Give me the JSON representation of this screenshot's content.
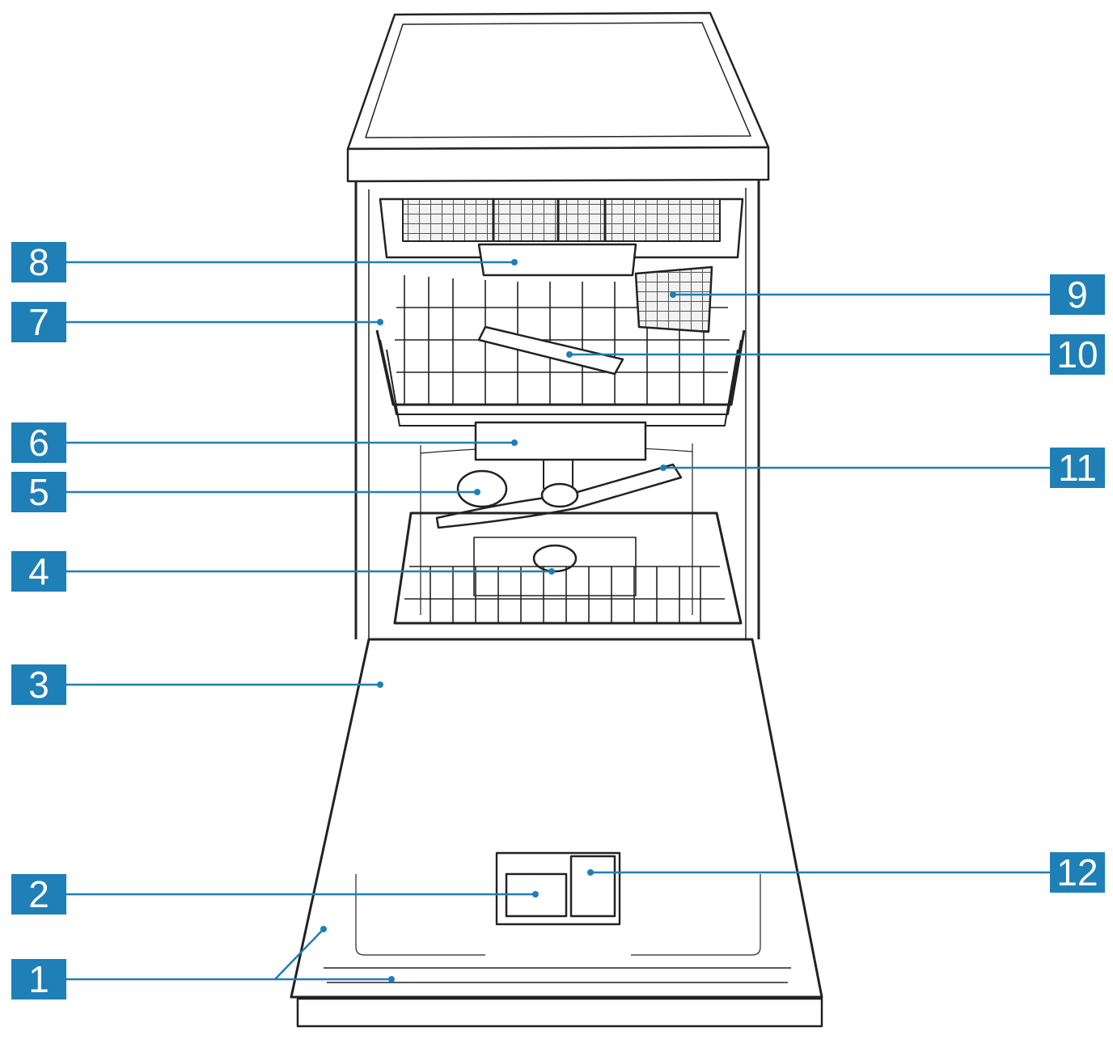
{
  "diagram": {
    "subject": "dishwasher-front-view",
    "accent_color": "#1f7fb7",
    "line_color": "#222222",
    "callouts": [
      {
        "number": "1"
      },
      {
        "number": "2"
      },
      {
        "number": "3"
      },
      {
        "number": "4"
      },
      {
        "number": "5"
      },
      {
        "number": "6"
      },
      {
        "number": "7"
      },
      {
        "number": "8"
      },
      {
        "number": "9"
      },
      {
        "number": "10"
      },
      {
        "number": "11"
      },
      {
        "number": "12"
      }
    ]
  }
}
